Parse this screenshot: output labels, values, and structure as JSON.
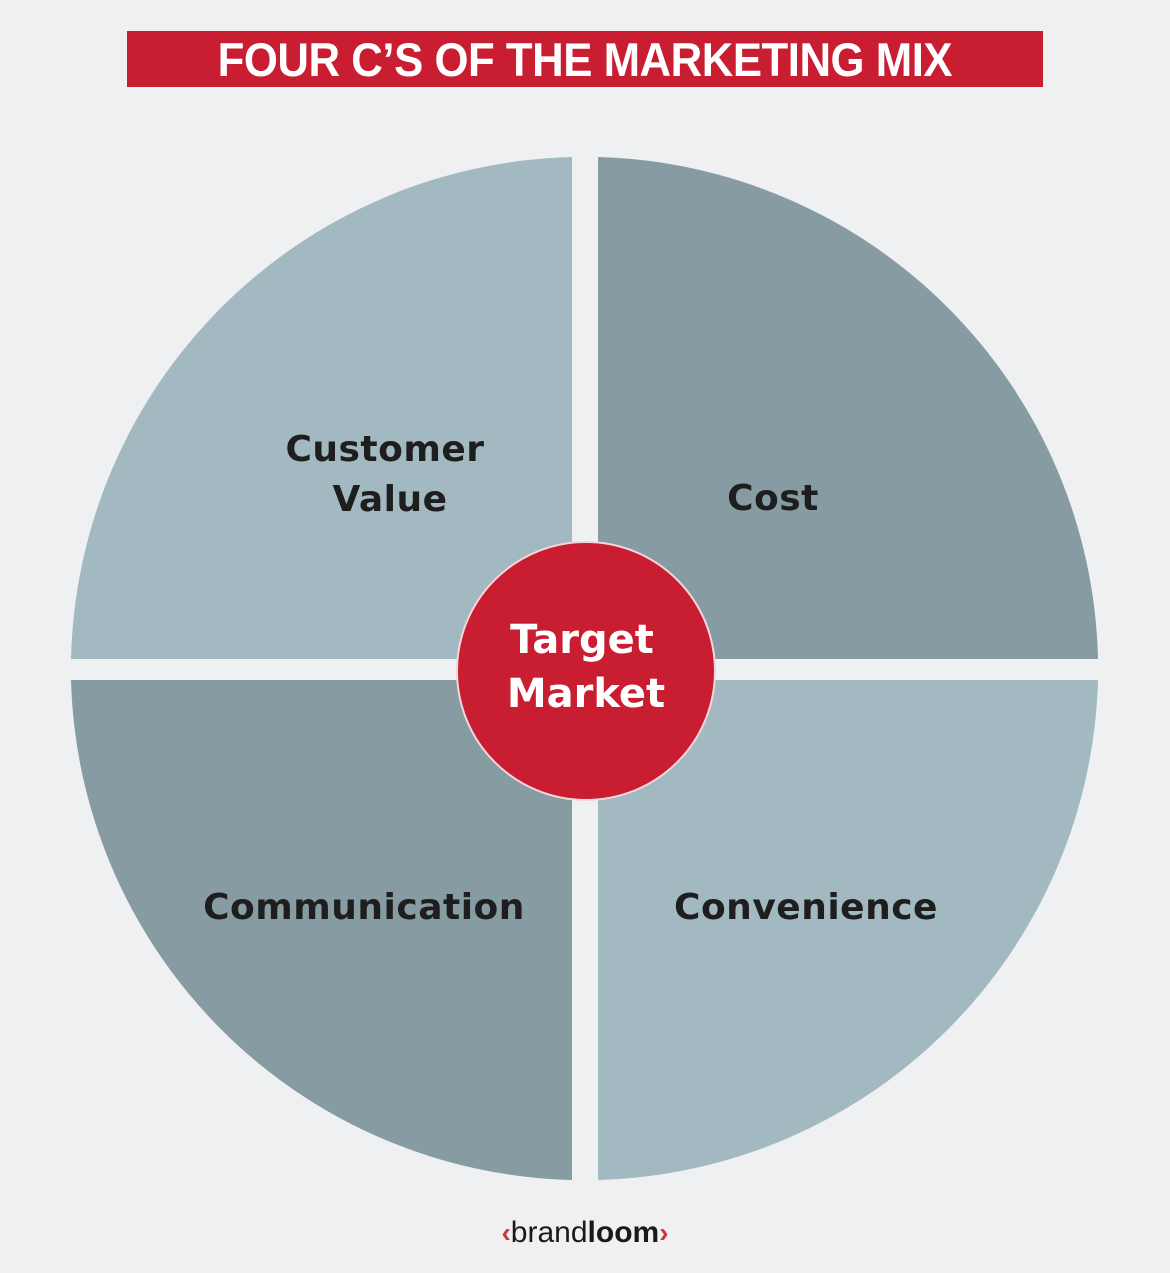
{
  "title": "FOUR C’S OF THE MARKETING MIX",
  "colors": {
    "background": "#eff0f1",
    "accent_red": "#c91d32",
    "quadrant_light": "#a2b9c2",
    "quadrant_dark": "#879ca2",
    "label_text": "#1e1e1e"
  },
  "diagram": {
    "center": {
      "line1": "Target",
      "line2": "Market"
    },
    "quadrants": [
      {
        "position": "top-left",
        "line1": "Customer",
        "line2": "Value",
        "shade": "light"
      },
      {
        "position": "top-right",
        "line1": "Cost",
        "shade": "dark"
      },
      {
        "position": "bottom-left",
        "line1": "Communication",
        "shade": "dark"
      },
      {
        "position": "bottom-right",
        "line1": "Convenience",
        "shade": "light"
      }
    ]
  },
  "logo": {
    "left_chevron": "‹",
    "light_part": "brand",
    "bold_part": "loom",
    "right_chevron": "›"
  }
}
